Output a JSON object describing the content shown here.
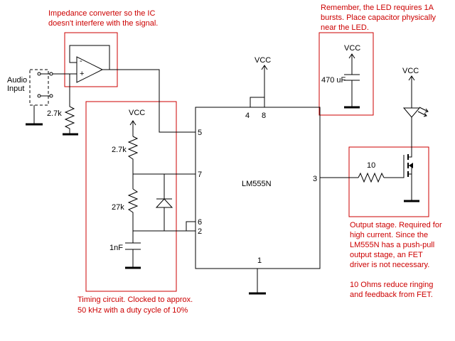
{
  "annotations": {
    "impedance": [
      "Impedance converter so the IC",
      "doesn't interfere with the signal."
    ],
    "led_note": [
      "Remember, the LED requires 1A",
      "bursts. Place capacitor physically",
      "near the LED."
    ],
    "timing": [
      "Timing circuit. Clocked to approx.",
      "50 kHz with a duty cycle of 10%"
    ],
    "output": [
      "Output stage. Required for",
      "high current. Since the",
      "LM555N has a push-pull",
      "output stage, an FET",
      "driver is not necessary.",
      "",
      "10 Ohms reduce ringing",
      "and feedback from FET."
    ]
  },
  "labels": {
    "audio_input": [
      "Audio",
      "Input"
    ],
    "r_input": "2.7k",
    "vcc": "VCC",
    "r1": "2.7k",
    "r2": "27k",
    "cap_timing": "1nF",
    "cap_led": "470 uF",
    "r_gate": "10",
    "ic": "LM555N",
    "opamp_minus": "-",
    "opamp_plus": "+",
    "pins": {
      "p4": "4",
      "p8": "8",
      "p5": "5",
      "p7": "7",
      "p6": "6",
      "p2": "2",
      "p3": "3",
      "p1": "1"
    }
  },
  "colors": {
    "annotation": "#cc0000",
    "wire": "#000000"
  }
}
